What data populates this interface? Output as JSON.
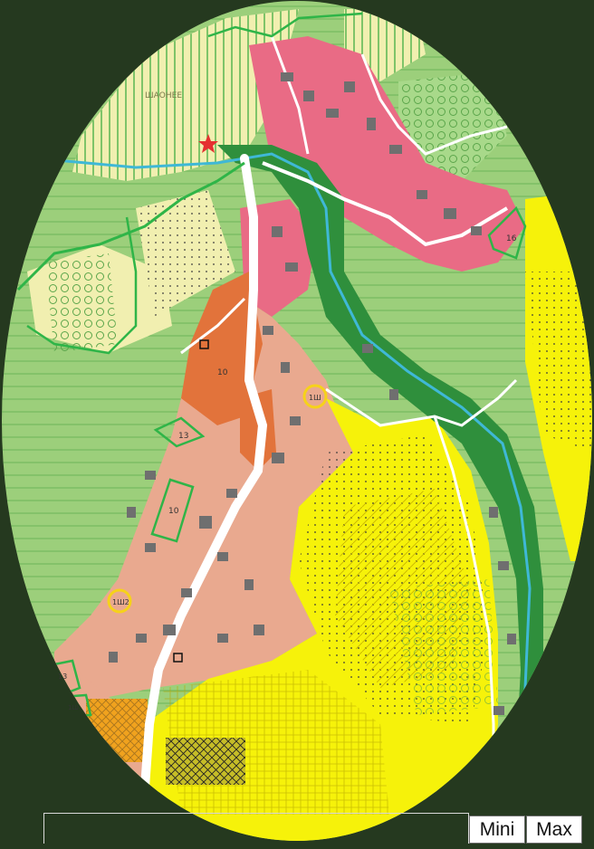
{
  "map": {
    "colors": {
      "background": "#25391f",
      "agricultural": "#9ccf7b",
      "forest_hatch": "#bfe79b",
      "pale_yellow": "#f1efb0",
      "residential_pink": "#e96b85",
      "residential_salmon": "#e9a98f",
      "orange_zone": "#e2733b",
      "yellow_zone": "#f6f20a",
      "river": "#3fb8d6",
      "riparian": "#2f8f3c",
      "road": "#ffffff",
      "boundary_green": "#2fb548",
      "building": "#6f6f6f"
    },
    "labels": {
      "zone_a": "13",
      "zone_b": "10",
      "zone_c": "10",
      "zone_d": "16",
      "zone_e": "1Ш2",
      "zone_f": "13",
      "zone_g": "1Ш",
      "zone_h": "1Ш",
      "top_text": "ШАОНЕЕ"
    }
  },
  "controls": {
    "mini_label": "Mini",
    "max_label": "Max"
  }
}
